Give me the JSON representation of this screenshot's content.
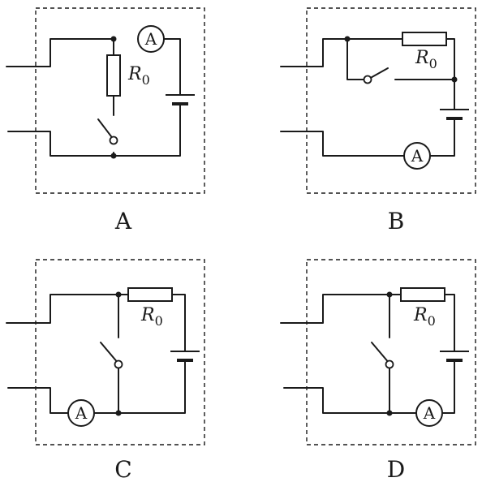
{
  "panels": [
    {
      "caption": "A",
      "meter": "A",
      "resistor": {
        "label": "R",
        "subscript": "0"
      }
    },
    {
      "caption": "B",
      "meter": "A",
      "resistor": {
        "label": "R",
        "subscript": "0"
      }
    },
    {
      "caption": "C",
      "meter": "A",
      "resistor": {
        "label": "R",
        "subscript": "0"
      }
    },
    {
      "caption": "D",
      "meter": "A",
      "resistor": {
        "label": "R",
        "subscript": "0"
      }
    }
  ]
}
